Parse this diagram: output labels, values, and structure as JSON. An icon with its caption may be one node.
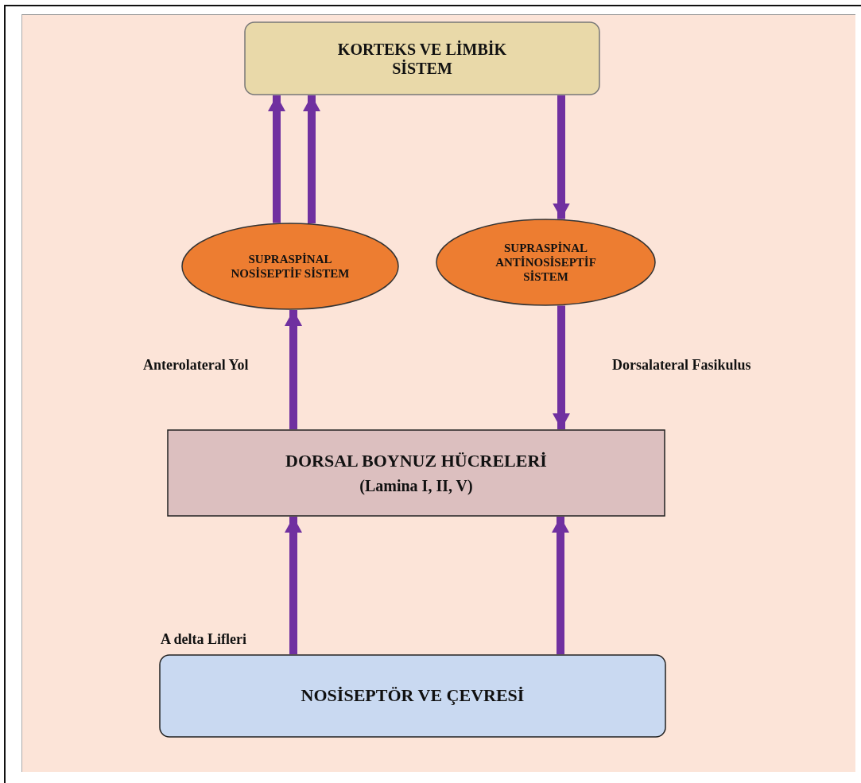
{
  "diagram": {
    "nodes": [
      {
        "text": [
          "KORTEKS VE LİMBİK SİSTEM"
        ]
      },
      {
        "text": [
          "SUPRASPİNAL NOSİSEPTİF SİSTEM"
        ]
      },
      {
        "text": [
          "SUPRASPİNAL ANTİNOSİSEPTİF SİSTEM"
        ]
      },
      {
        "text": [
          "DORSAL BOYNUZ HÜCRELERİ",
          "(Lamina I, II, V)"
        ]
      },
      {
        "text": [
          "NOSİSEPTÖR VE ÇEVRESİ"
        ]
      }
    ],
    "edges": [
      {
        "from": 1,
        "to": 0,
        "arrow": "to"
      },
      {
        "from": 1,
        "to": 0,
        "arrow": "to"
      },
      {
        "from": 0,
        "to": 2,
        "arrow": "to"
      },
      {
        "from": 3,
        "to": 1,
        "arrow": "to",
        "label": "Anterolateral Yol"
      },
      {
        "from": 2,
        "to": 3,
        "arrow": "to",
        "label": "Dorsalateral Fasikulus"
      },
      {
        "from": 4,
        "to": 3,
        "arrow": "to",
        "label": "A delta Lifleri"
      },
      {
        "from": 4,
        "to": 3,
        "arrow": "to"
      }
    ]
  }
}
